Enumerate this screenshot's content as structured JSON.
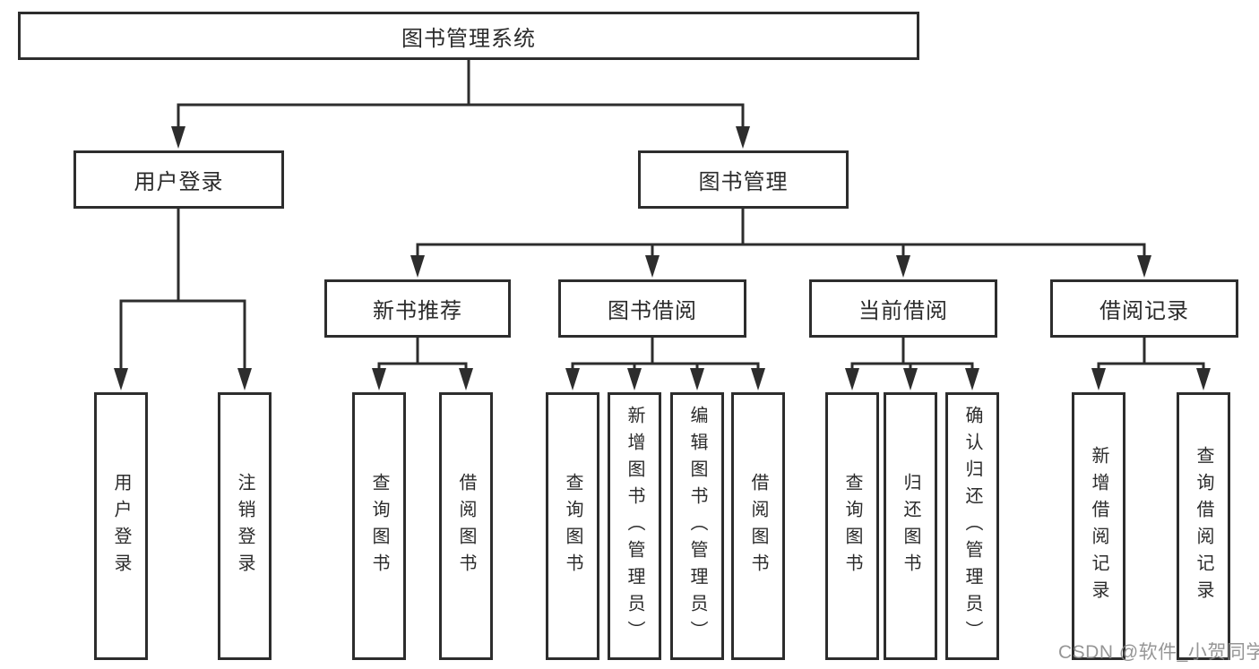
{
  "diagram_title": "图书管理系统",
  "tree": {
    "root": {
      "label": "图书管理系统"
    },
    "children": [
      {
        "label": "用户登录",
        "children": [
          {
            "label": "用户登录"
          },
          {
            "label": "注销登录"
          }
        ]
      },
      {
        "label": "图书管理",
        "children": [
          {
            "label": "新书推荐",
            "children": [
              {
                "label": "查询图书"
              },
              {
                "label": "借阅图书"
              }
            ]
          },
          {
            "label": "图书借阅",
            "children": [
              {
                "label": "查询图书"
              },
              {
                "label": "新增图书（管理员）"
              },
              {
                "label": "编辑图书（管理员）"
              },
              {
                "label": "借阅图书"
              }
            ]
          },
          {
            "label": "当前借阅",
            "children": [
              {
                "label": "查询图书"
              },
              {
                "label": "归还图书"
              },
              {
                "label": "确认归还（管理员）"
              }
            ]
          },
          {
            "label": "借阅记录",
            "children": [
              {
                "label": "新增借阅记录"
              },
              {
                "label": "查询借阅记录"
              }
            ]
          }
        ]
      }
    ]
  },
  "watermark": {
    "text": "CSDN @软件_小贺同学"
  },
  "colors": {
    "background": "#ffffff",
    "line": "#2d2d2d",
    "box_border": "#2d2d2d",
    "text": "#2b2b2b",
    "watermark": "#878787"
  }
}
